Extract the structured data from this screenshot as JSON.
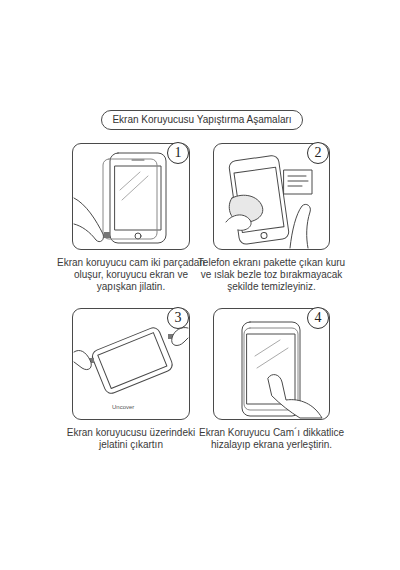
{
  "diagram": {
    "title": "Ekran Koruyucusu Yapıştırma Aşamaları",
    "nodes": [
      {
        "text": [
          "Ekran koruyucu cam iki parçadan oluşur, koruyucu ekran ve yapışkan jilatin."
        ]
      },
      {
        "text": [
          "1"
        ],
        "in": 0
      },
      {
        "text": [
          "Telefon ekranı pakette çıkan kuru ve ıslak bezle toz bırakmayacak şekilde temizleyiniz."
        ]
      },
      {
        "text": [
          "2"
        ],
        "in": 2
      },
      {
        "text": [
          "Ekran koruyucusu üzerindeki jelatini çıkartın"
        ]
      },
      {
        "text": [
          "3"
        ],
        "in": 4
      },
      {
        "text": [
          "Ekran Koruyucu Cam´ı dikkatlice hizalayıp ekrana yerleştirin."
        ]
      },
      {
        "text": [
          "4"
        ],
        "in": 6
      }
    ],
    "labels": [
      "Uncover"
    ]
  }
}
